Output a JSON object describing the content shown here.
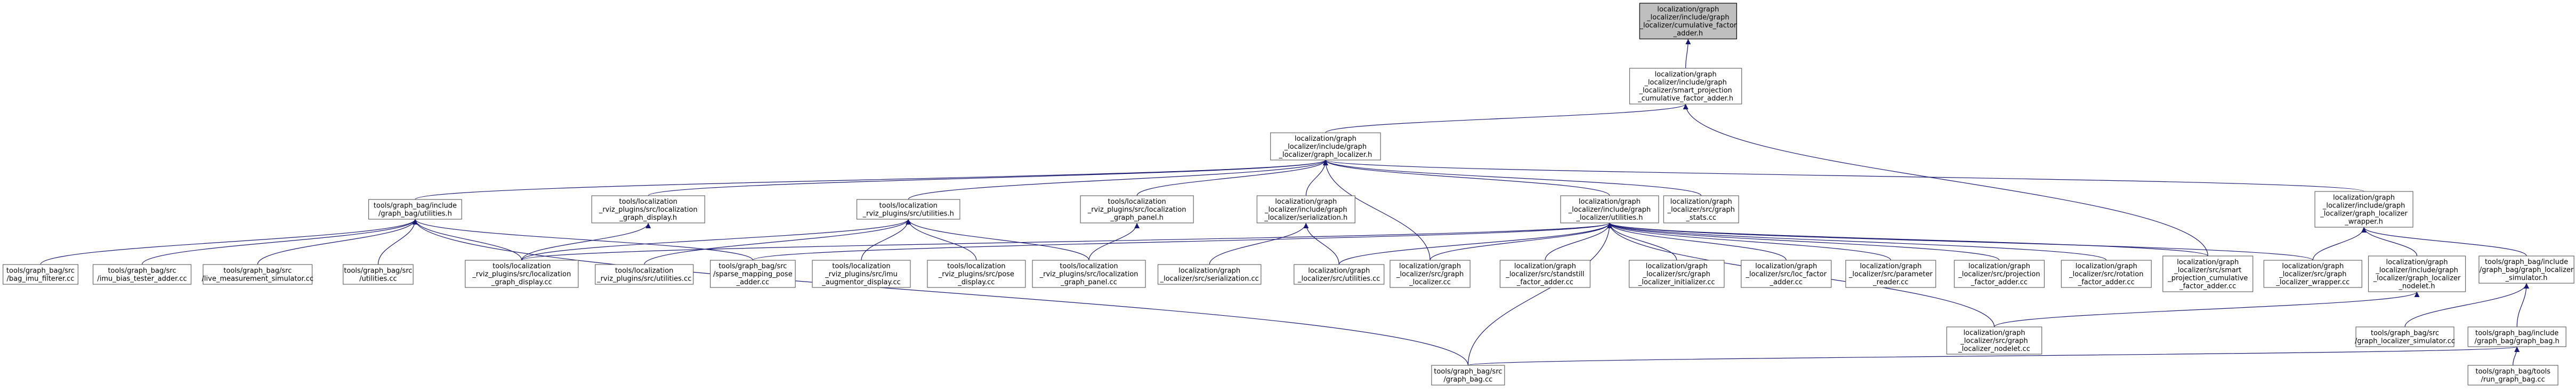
{
  "colors": {
    "edge": "#191970",
    "root_fill": "#bfbfbf",
    "node_border": "#666666",
    "background": "#ffffff"
  },
  "nodes": [
    {
      "id": "cumulative_factor_adder_h",
      "lines": [
        "localization/graph",
        "_localizer/include/graph",
        "_localizer/cumulative_factor",
        "_adder.h"
      ]
    },
    {
      "id": "smart_projection_adder_h",
      "lines": [
        "localization/graph",
        "_localizer/include/graph",
        "_localizer/smart_projection",
        "_cumulative_factor_adder.h"
      ]
    },
    {
      "id": "graph_localizer_h",
      "lines": [
        "localization/graph",
        "_localizer/include/graph",
        "_localizer/graph_localizer.h"
      ]
    },
    {
      "id": "graph_bag_utilities_h",
      "lines": [
        "tools/graph_bag/include",
        "/graph_bag/utilities.h"
      ]
    },
    {
      "id": "rviz_graph_display_h",
      "lines": [
        "tools/localization",
        "_rviz_plugins/src/localization",
        "_graph_display.h"
      ]
    },
    {
      "id": "rviz_utilities_h",
      "lines": [
        "tools/localization",
        "_rviz_plugins/src/utilities.h"
      ]
    },
    {
      "id": "rviz_graph_panel_h",
      "lines": [
        "tools/localization",
        "_rviz_plugins/src/localization",
        "_graph_panel.h"
      ]
    },
    {
      "id": "serialization_h",
      "lines": [
        "localization/graph",
        "_localizer/include/graph",
        "_localizer/serialization.h"
      ]
    },
    {
      "id": "gl_utilities_h",
      "lines": [
        "localization/graph",
        "_localizer/include/graph",
        "_localizer/utilities.h"
      ]
    },
    {
      "id": "stats_cc",
      "lines": [
        "localization/graph",
        "_localizer/src/graph",
        "_stats.cc"
      ]
    },
    {
      "id": "wrapper_h",
      "lines": [
        "localization/graph",
        "_localizer/include/graph",
        "_localizer/graph_localizer",
        "_wrapper.h"
      ]
    },
    {
      "id": "bag_imu_filterer_cc",
      "lines": [
        "tools/graph_bag/src",
        "/bag_imu_filterer.cc"
      ]
    },
    {
      "id": "imu_bias_tester_adder_cc",
      "lines": [
        "tools/graph_bag/src",
        "/imu_bias_tester_adder.cc"
      ]
    },
    {
      "id": "live_measurement_simulator_cc",
      "lines": [
        "tools/graph_bag/src",
        "/live_measurement_simulator.cc"
      ]
    },
    {
      "id": "graph_bag_utilities_cc",
      "lines": [
        "tools/graph_bag/src",
        "/utilities.cc"
      ]
    },
    {
      "id": "rviz_graph_display_cc",
      "lines": [
        "tools/localization",
        "_rviz_plugins/src/localization",
        "_graph_display.cc"
      ]
    },
    {
      "id": "rviz_utilities_cc",
      "lines": [
        "tools/localization",
        "_rviz_plugins/src/utilities.cc"
      ]
    },
    {
      "id": "sparse_mapping_pose_adder_cc",
      "lines": [
        "tools/graph_bag/src",
        "/sparse_mapping_pose",
        "_adder.cc"
      ]
    },
    {
      "id": "imu_augmentor_display_cc",
      "lines": [
        "tools/localization",
        "_rviz_plugins/src/imu",
        "_augmentor_display.cc"
      ]
    },
    {
      "id": "pose_display_cc",
      "lines": [
        "tools/localization",
        "_rviz_plugins/src/pose",
        "_display.cc"
      ]
    },
    {
      "id": "rviz_graph_panel_cc",
      "lines": [
        "tools/localization",
        "_rviz_plugins/src/localization",
        "_graph_panel.cc"
      ]
    },
    {
      "id": "serialization_cc",
      "lines": [
        "localization/graph",
        "_localizer/src/serialization.cc"
      ]
    },
    {
      "id": "gl_utilities_cc",
      "lines": [
        "localization/graph",
        "_localizer/src/utilities.cc"
      ]
    },
    {
      "id": "graph_localizer_cc",
      "lines": [
        "localization/graph",
        "_localizer/src/graph",
        "_localizer.cc"
      ]
    },
    {
      "id": "standstill_factor_adder_cc",
      "lines": [
        "localization/graph",
        "_localizer/src/standstill",
        "_factor_adder.cc"
      ]
    },
    {
      "id": "initializer_cc",
      "lines": [
        "localization/graph",
        "_localizer/src/graph",
        "_localizer_initializer.cc"
      ]
    },
    {
      "id": "loc_factor_adder_cc",
      "lines": [
        "localization/graph",
        "_localizer/src/loc_factor",
        "_adder.cc"
      ]
    },
    {
      "id": "parameter_reader_cc",
      "lines": [
        "localization/graph",
        "_localizer/src/parameter",
        "_reader.cc"
      ]
    },
    {
      "id": "projection_factor_adder_cc",
      "lines": [
        "localization/graph",
        "_localizer/src/projection",
        "_factor_adder.cc"
      ]
    },
    {
      "id": "rotation_factor_adder_cc",
      "lines": [
        "localization/graph",
        "_localizer/src/rotation",
        "_factor_adder.cc"
      ]
    },
    {
      "id": "smart_projection_adder_cc",
      "lines": [
        "localization/graph",
        "_localizer/src/smart",
        "_projection_cumulative",
        "_factor_adder.cc"
      ]
    },
    {
      "id": "wrapper_cc",
      "lines": [
        "localization/graph",
        "_localizer/src/graph",
        "_localizer_wrapper.cc"
      ]
    },
    {
      "id": "nodelet_h",
      "lines": [
        "localization/graph",
        "_localizer/include/graph",
        "_localizer/graph_localizer",
        "_nodelet.h"
      ]
    },
    {
      "id": "localizer_simulator_h",
      "lines": [
        "tools/graph_bag/include",
        "/graph_bag/graph_localizer",
        "_simulator.h"
      ]
    },
    {
      "id": "nodelet_cc",
      "lines": [
        "localization/graph",
        "_localizer/src/graph",
        "_localizer_nodelet.cc"
      ]
    },
    {
      "id": "localizer_simulator_cc",
      "lines": [
        "tools/graph_bag/src",
        "/graph_localizer_simulator.cc"
      ]
    },
    {
      "id": "graph_bag_h",
      "lines": [
        "tools/graph_bag/include",
        "/graph_bag/graph_bag.h"
      ]
    },
    {
      "id": "graph_bag_cc",
      "lines": [
        "tools/graph_bag/src",
        "/graph_bag.cc"
      ]
    },
    {
      "id": "run_graph_bag_cc",
      "lines": [
        "tools/graph_bag/tools",
        "/run_graph_bag.cc"
      ]
    }
  ],
  "edges": [
    [
      "smart_projection_adder_h",
      "cumulative_factor_adder_h"
    ],
    [
      "graph_localizer_h",
      "smart_projection_adder_h"
    ],
    [
      "smart_projection_adder_cc",
      "smart_projection_adder_h"
    ],
    [
      "graph_bag_utilities_h",
      "graph_localizer_h"
    ],
    [
      "rviz_graph_display_h",
      "graph_localizer_h"
    ],
    [
      "rviz_utilities_h",
      "graph_localizer_h"
    ],
    [
      "rviz_graph_panel_h",
      "graph_localizer_h"
    ],
    [
      "serialization_h",
      "graph_localizer_h"
    ],
    [
      "gl_utilities_h",
      "graph_localizer_h"
    ],
    [
      "stats_cc",
      "graph_localizer_h"
    ],
    [
      "wrapper_h",
      "graph_localizer_h"
    ],
    [
      "graph_localizer_cc",
      "graph_localizer_h"
    ],
    [
      "bag_imu_filterer_cc",
      "graph_bag_utilities_h"
    ],
    [
      "imu_bias_tester_adder_cc",
      "graph_bag_utilities_h"
    ],
    [
      "live_measurement_simulator_cc",
      "graph_bag_utilities_h"
    ],
    [
      "graph_bag_utilities_cc",
      "graph_bag_utilities_h"
    ],
    [
      "rviz_graph_display_cc",
      "graph_bag_utilities_h"
    ],
    [
      "sparse_mapping_pose_adder_cc",
      "graph_bag_utilities_h"
    ],
    [
      "graph_bag_cc",
      "graph_bag_utilities_h"
    ],
    [
      "rviz_graph_display_cc",
      "rviz_graph_display_h"
    ],
    [
      "rviz_graph_display_cc",
      "rviz_utilities_h"
    ],
    [
      "rviz_utilities_cc",
      "rviz_utilities_h"
    ],
    [
      "imu_augmentor_display_cc",
      "rviz_utilities_h"
    ],
    [
      "pose_display_cc",
      "rviz_utilities_h"
    ],
    [
      "rviz_graph_panel_cc",
      "rviz_utilities_h"
    ],
    [
      "rviz_graph_panel_cc",
      "rviz_graph_panel_h"
    ],
    [
      "serialization_cc",
      "serialization_h"
    ],
    [
      "gl_utilities_cc",
      "serialization_h"
    ],
    [
      "rviz_graph_display_cc",
      "gl_utilities_h"
    ],
    [
      "sparse_mapping_pose_adder_cc",
      "gl_utilities_h"
    ],
    [
      "gl_utilities_cc",
      "gl_utilities_h"
    ],
    [
      "graph_localizer_cc",
      "gl_utilities_h"
    ],
    [
      "standstill_factor_adder_cc",
      "gl_utilities_h"
    ],
    [
      "initializer_cc",
      "gl_utilities_h"
    ],
    [
      "loc_factor_adder_cc",
      "gl_utilities_h"
    ],
    [
      "parameter_reader_cc",
      "gl_utilities_h"
    ],
    [
      "projection_factor_adder_cc",
      "gl_utilities_h"
    ],
    [
      "rotation_factor_adder_cc",
      "gl_utilities_h"
    ],
    [
      "smart_projection_adder_cc",
      "gl_utilities_h"
    ],
    [
      "wrapper_cc",
      "gl_utilities_h"
    ],
    [
      "nodelet_cc",
      "gl_utilities_h"
    ],
    [
      "graph_bag_cc",
      "gl_utilities_h"
    ],
    [
      "wrapper_cc",
      "wrapper_h"
    ],
    [
      "nodelet_h",
      "wrapper_h"
    ],
    [
      "localizer_simulator_h",
      "wrapper_h"
    ],
    [
      "nodelet_cc",
      "nodelet_h"
    ],
    [
      "localizer_simulator_cc",
      "localizer_simulator_h"
    ],
    [
      "graph_bag_h",
      "localizer_simulator_h"
    ],
    [
      "graph_bag_cc",
      "graph_bag_h"
    ],
    [
      "run_graph_bag_cc",
      "graph_bag_h"
    ]
  ]
}
